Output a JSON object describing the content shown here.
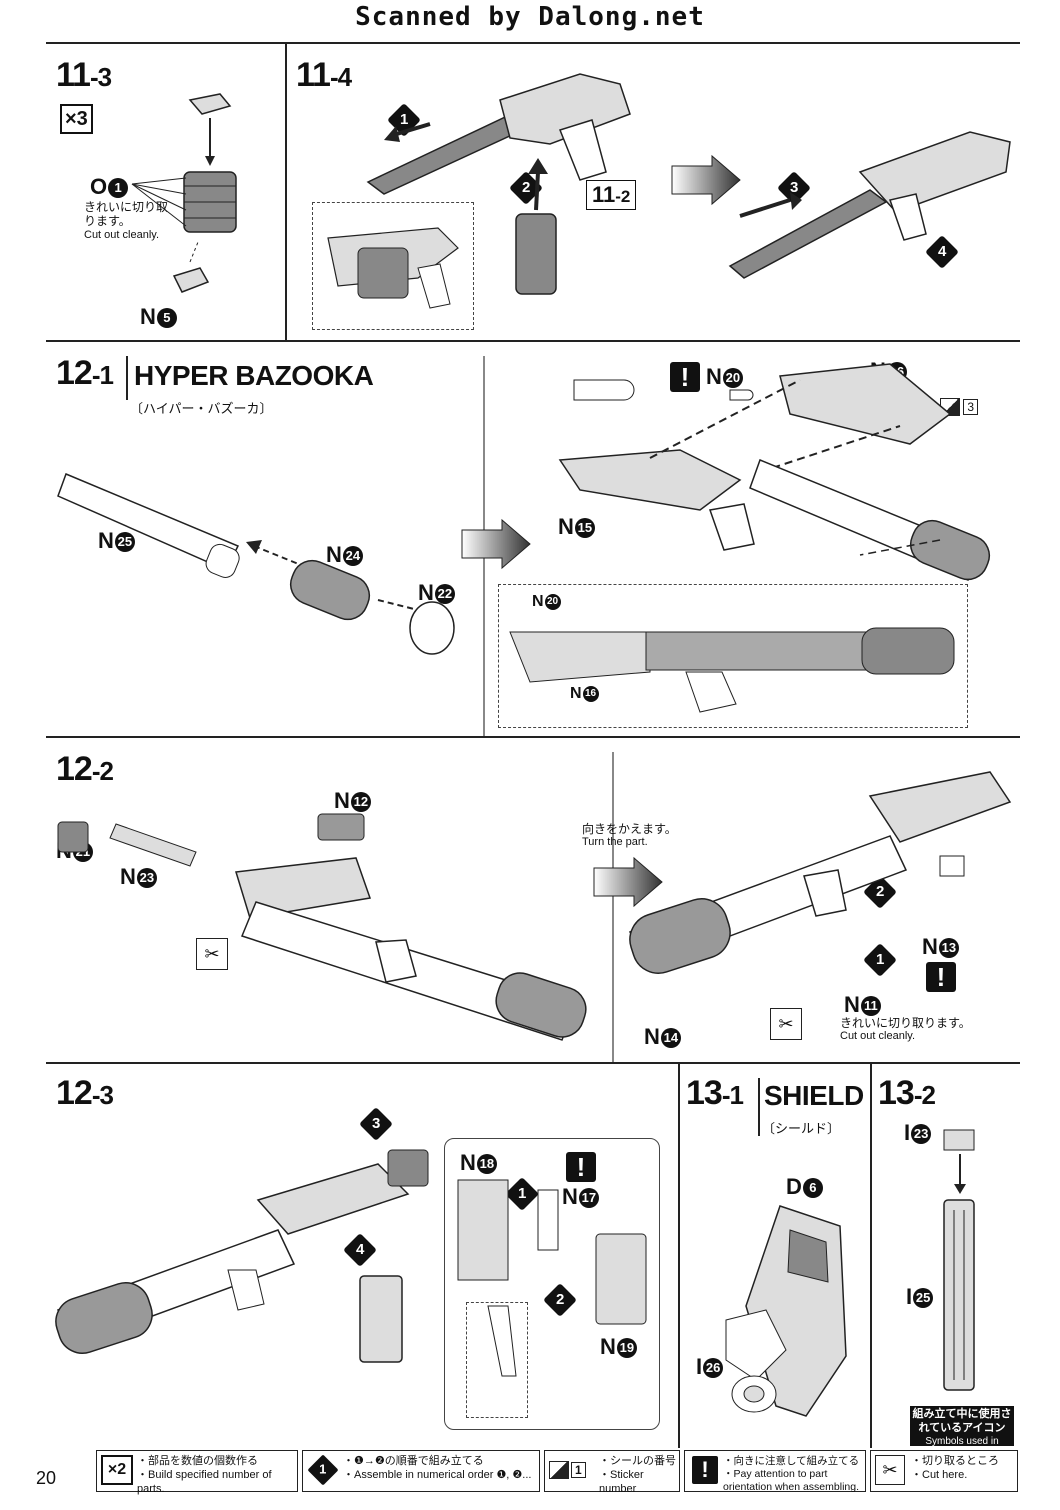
{
  "header": {
    "scan_credit": "Scanned by Dalong.net"
  },
  "steps": {
    "s11_3": {
      "major": "11",
      "minor": "-3",
      "multiplier": "×3",
      "part_label": "O",
      "part_circle": "1",
      "note_jp": "きれいに切り取ります。",
      "note_en": "Cut out cleanly.",
      "part2_label": "N",
      "part2_circle": "5"
    },
    "s11_4": {
      "major": "11",
      "minor": "-4",
      "ref_major": "11",
      "ref_minor": "-2",
      "order": [
        "1",
        "2",
        "3",
        "4"
      ]
    },
    "s12_1": {
      "major": "12",
      "minor": "-1",
      "title": "HYPER BAZOOKA",
      "title_jp": "〔ハイパー・バズーカ〕",
      "parts": [
        {
          "label": "N",
          "circle": "25"
        },
        {
          "label": "N",
          "circle": "24"
        },
        {
          "label": "N",
          "circle": "22"
        },
        {
          "label": "N",
          "circle": "20"
        },
        {
          "label": "N",
          "circle": "16"
        },
        {
          "label": "N",
          "circle": "15"
        }
      ],
      "sticker": "3",
      "inset_parts": [
        {
          "label": "N",
          "circle": "20"
        },
        {
          "label": "N",
          "circle": "16"
        }
      ]
    },
    "s12_2": {
      "major": "12",
      "minor": "-2",
      "parts_left": [
        {
          "label": "N",
          "circle": "12"
        },
        {
          "label": "N",
          "circle": "21"
        },
        {
          "label": "N",
          "circle": "23"
        }
      ],
      "turn_jp": "向きをかえます。",
      "turn_en": "Turn the part.",
      "parts_right": [
        {
          "label": "N",
          "circle": "13"
        },
        {
          "label": "N",
          "circle": "11"
        },
        {
          "label": "N",
          "circle": "14"
        }
      ],
      "cut_jp": "きれいに切り取ります。",
      "cut_en": "Cut out cleanly.",
      "order": [
        "1",
        "2"
      ]
    },
    "s12_3": {
      "major": "12",
      "minor": "-3",
      "parts": [
        {
          "label": "N",
          "circle": "18"
        },
        {
          "label": "N",
          "circle": "17"
        },
        {
          "label": "N",
          "circle": "19"
        }
      ],
      "order": [
        "1",
        "2",
        "3",
        "4"
      ]
    },
    "s13_1": {
      "major": "13",
      "minor": "-1",
      "title": "SHIELD",
      "title_jp": "〔シールド〕",
      "parts": [
        {
          "label": "D",
          "circle": "6"
        },
        {
          "label": "I",
          "circle": "26"
        }
      ]
    },
    "s13_2": {
      "major": "13",
      "minor": "-2",
      "parts": [
        {
          "label": "I",
          "circle": "23"
        },
        {
          "label": "I",
          "circle": "25"
        }
      ]
    }
  },
  "footer": {
    "page_number": "20",
    "symbols_title_jp": "組み立て中に使用されているアイコン",
    "symbols_title_en": "Symbols used in instructions",
    "legend": [
      {
        "icon": "×2",
        "jp": "・部品を数値の個数作る",
        "en": "・Build specified number of parts."
      },
      {
        "icon": "1",
        "jp": "・❶→❷の順番で組み立てる",
        "en": "・Assemble in numerical order ❶, ❷..."
      },
      {
        "icon": "1",
        "jp": "・シールの番号",
        "en": "・Sticker number"
      },
      {
        "icon": "!",
        "jp": "・向きに注意して組み立てる",
        "en": "・Pay attention to part orientation when assembling."
      },
      {
        "icon": "cut",
        "jp": "・切り取るところ",
        "en": "・Cut here."
      }
    ]
  }
}
